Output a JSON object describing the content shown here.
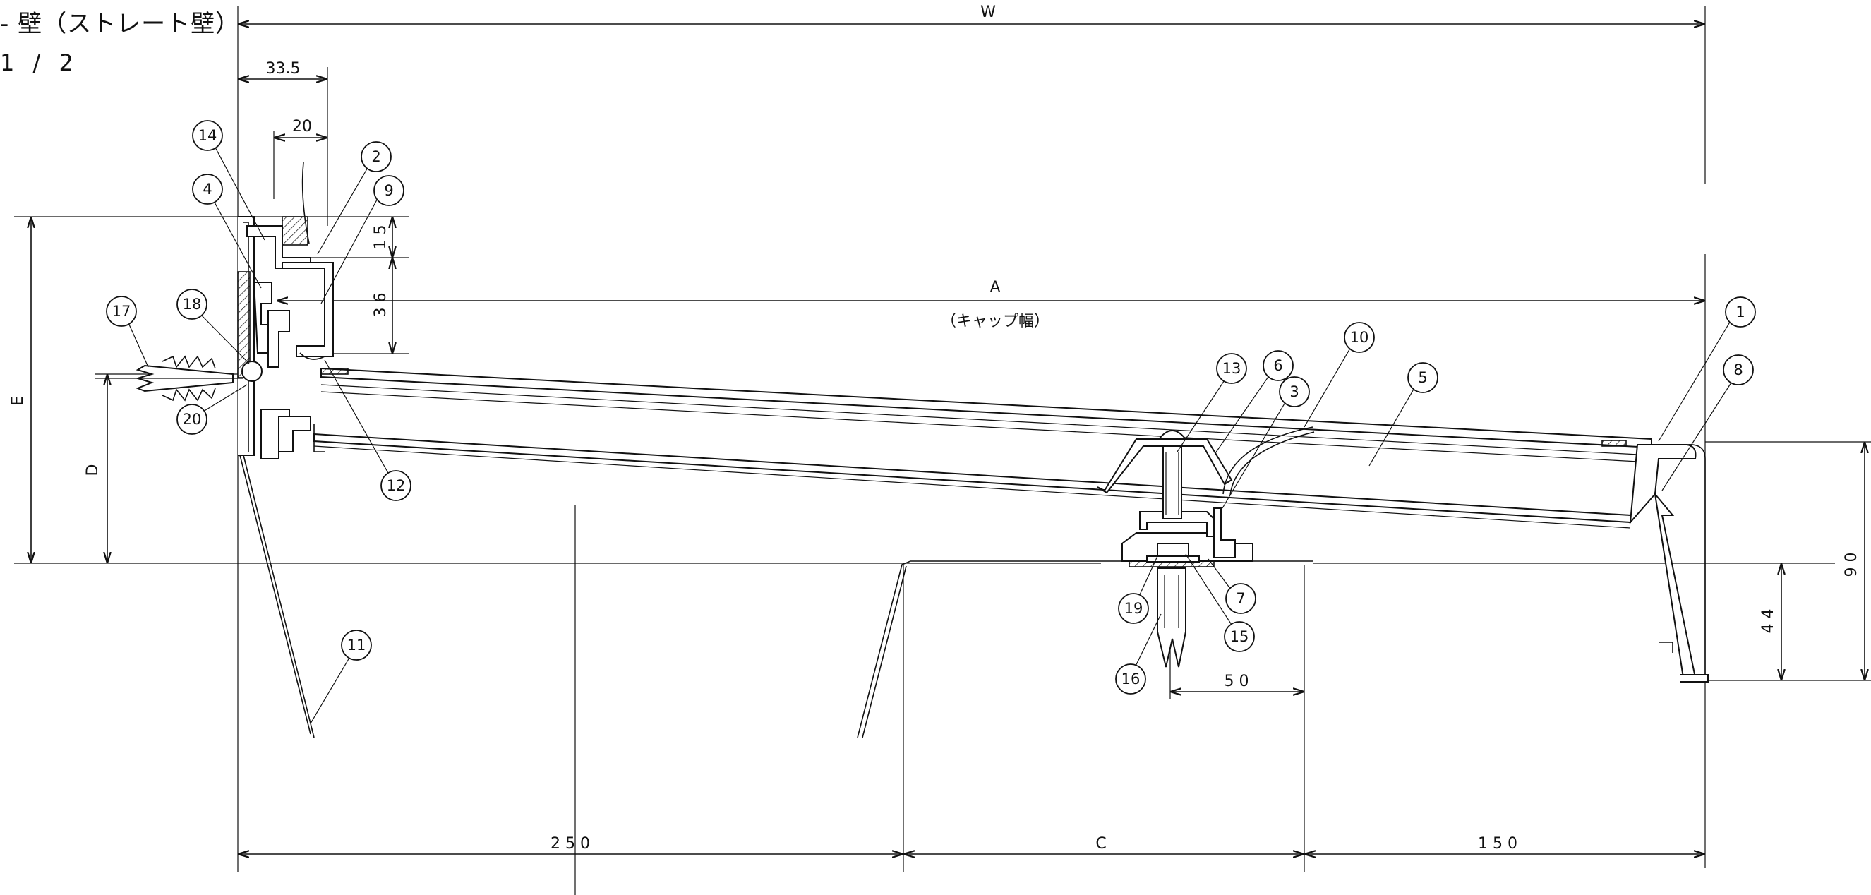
{
  "header": {
    "title": "- 壁（ストレート壁）",
    "sheet": "1 / 2"
  },
  "dimensions": {
    "W": "W",
    "A": "A",
    "cap_width": "（キャップ幅）",
    "C": "C",
    "D": "D",
    "E": "E",
    "d_33_5": "33.5",
    "d_20": "20",
    "d_15": "1 5",
    "d_36": "3 6",
    "d_50": "5 0",
    "d_44": "4 4",
    "d_90": "9 0",
    "d_250": "2 5 0",
    "d_150": "1 5 0"
  },
  "callouts": [
    "1",
    "2",
    "3",
    "4",
    "5",
    "6",
    "7",
    "8",
    "9",
    "10",
    "11",
    "12",
    "13",
    "14",
    "15",
    "16",
    "17",
    "18",
    "19",
    "20"
  ]
}
